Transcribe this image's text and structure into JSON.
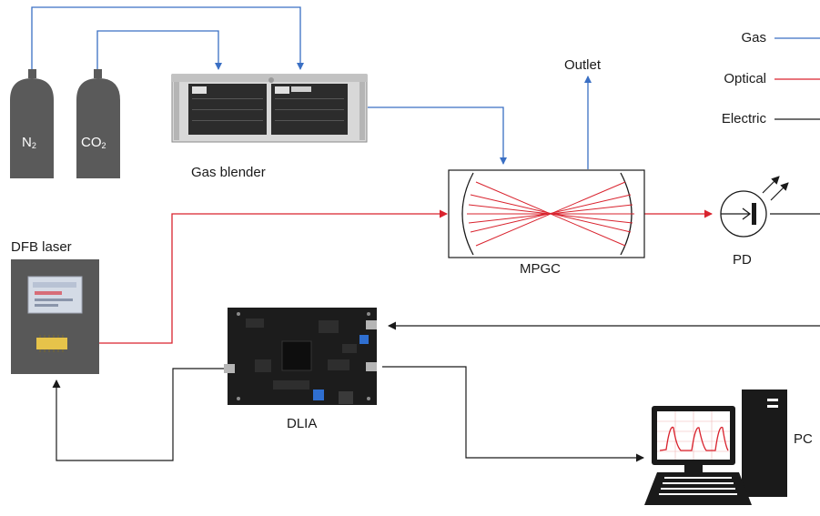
{
  "labels": {
    "n2": "N",
    "n2_sub": "2",
    "co2": "CO",
    "co2_sub": "2",
    "gas_blender": "Gas blender",
    "outlet": "Outlet",
    "mpgc": "MPGC",
    "pd": "PD",
    "dfb_laser": "DFB laser",
    "dlia": "DLIA",
    "pc": "PC"
  },
  "legend": [
    {
      "label": "Gas",
      "color": "#3a6fc4"
    },
    {
      "label": "Optical",
      "color": "#d9232e"
    },
    {
      "label": "Electric",
      "color": "#1a1a1a"
    }
  ],
  "colors": {
    "gas": "#3a6fc4",
    "optical": "#d9232e",
    "electric": "#1a1a1a",
    "cylinder": "#5a5a5a",
    "pcb": "#1c1c1c"
  }
}
